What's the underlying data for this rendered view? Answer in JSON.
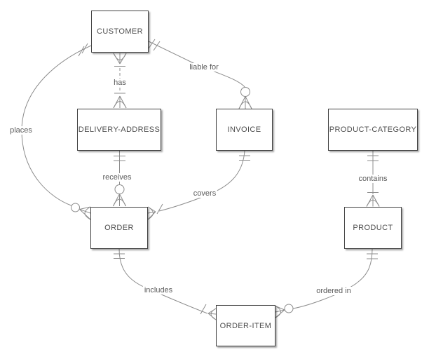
{
  "diagram": {
    "type": "entity-relationship-diagram",
    "notation": "crow's foot",
    "background_color": "#ffffff",
    "connector_color": "#8c8c8c",
    "box_border_color": "#424242",
    "text_color": "#4d4d4d"
  },
  "entities": [
    {
      "id": "customer",
      "label": "CUSTOMER"
    },
    {
      "id": "delivery-address",
      "label": "DELIVERY-ADDRESS"
    },
    {
      "id": "invoice",
      "label": "INVOICE"
    },
    {
      "id": "product-category",
      "label": "PRODUCT-CATEGORY"
    },
    {
      "id": "order",
      "label": "ORDER"
    },
    {
      "id": "product",
      "label": "PRODUCT"
    },
    {
      "id": "order-item",
      "label": "ORDER-ITEM"
    }
  ],
  "relationships": [
    {
      "label": "has",
      "from": "CUSTOMER",
      "to": "DELIVERY-ADDRESS",
      "line_style": "dashed",
      "from_cardinality": "one-or-many (crow's foot + bar)",
      "to_cardinality": "one-or-many (bar + crow's foot)"
    },
    {
      "label": "places",
      "from": "CUSTOMER",
      "to": "ORDER",
      "line_style": "solid",
      "from_cardinality": "one (double tick)",
      "to_cardinality": "zero-or-many (circle + crow's foot)"
    },
    {
      "label": "liable for",
      "from": "CUSTOMER",
      "to": "INVOICE",
      "line_style": "solid",
      "from_cardinality": "one (double tick)",
      "to_cardinality": "zero-or-many (circle + crow's foot)"
    },
    {
      "label": "receives",
      "from": "DELIVERY-ADDRESS",
      "to": "ORDER",
      "line_style": "solid",
      "from_cardinality": "one (double tick)",
      "to_cardinality": "zero-or-many (circle + crow's foot)"
    },
    {
      "label": "covers",
      "from": "INVOICE",
      "to": "ORDER",
      "line_style": "solid",
      "from_cardinality": "one (double tick)",
      "to_cardinality": "one-or-many (tick + crow's foot)"
    },
    {
      "label": "contains",
      "from": "PRODUCT-CATEGORY",
      "to": "PRODUCT",
      "line_style": "solid",
      "from_cardinality": "one (double tick)",
      "to_cardinality": "one-or-many (tick + crow's foot)"
    },
    {
      "label": "includes",
      "from": "ORDER",
      "to": "ORDER-ITEM",
      "line_style": "solid",
      "from_cardinality": "one (double tick)",
      "to_cardinality": "one-or-many (tick + crow's foot)"
    },
    {
      "label": "ordered in",
      "from": "PRODUCT",
      "to": "ORDER-ITEM",
      "line_style": "solid",
      "from_cardinality": "one (double tick)",
      "to_cardinality": "zero-or-many (circle + crow's foot)"
    }
  ]
}
